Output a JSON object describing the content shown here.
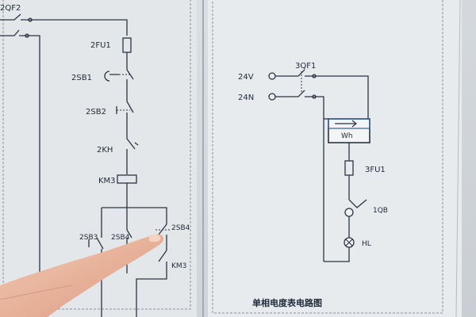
{
  "left_panel": {
    "labels": {
      "qf2": "2QF2",
      "fu1": "2FU1",
      "sb1": "2SB1",
      "sb2": "2SB2",
      "kh": "2KH",
      "km3_coil": "KM3",
      "sb3": "2SB3",
      "sb4_left": "2SB4",
      "sb4_right": "2SB4",
      "km3_contact": "KM3"
    }
  },
  "right_panel": {
    "labels": {
      "v24": "24V",
      "n24": "24N",
      "qf1": "3QF1",
      "wh": "Wh",
      "fu1": "3FU1",
      "qb": "1QB",
      "hl": "HL"
    },
    "caption": "单相电度表电路图"
  },
  "colors": {
    "panel": "#e6e9ec",
    "wire": "#2a3442",
    "text": "#1e2a3a",
    "meter_blue": "#2f5fa8"
  }
}
